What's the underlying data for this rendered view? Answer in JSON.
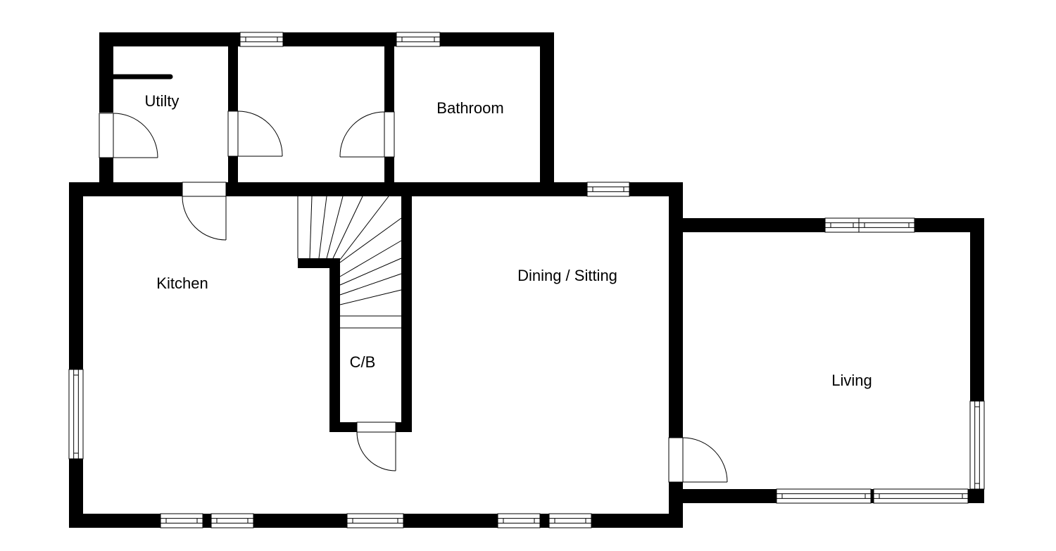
{
  "plan": {
    "rooms": {
      "utility": "Utilty",
      "bathroom": "Bathroom",
      "kitchen": "Kitchen",
      "dining": "Dining / Sitting",
      "cupboard": "C/B",
      "living": "Living"
    },
    "colors": {
      "wall": "#000000",
      "background": "#ffffff"
    }
  }
}
